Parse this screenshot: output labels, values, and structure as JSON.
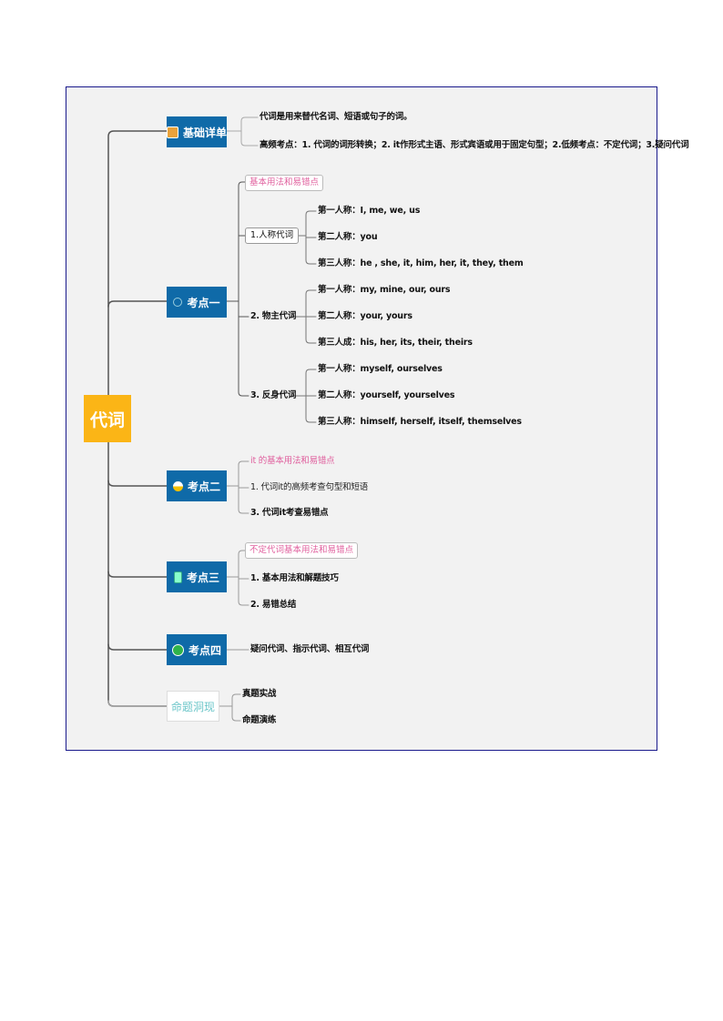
{
  "root": {
    "label": "代词",
    "color": "#fbb516"
  },
  "branches": [
    {
      "label": "基础详单",
      "icon": "book-icon",
      "children": [
        "代词是用来替代名词、短语或句子的词。",
        "高频考点：1. 代词的词形转换；2. it作形式主语、形式宾语或用于固定句型；2.低频考点：不定代词；3.疑问代词"
      ]
    },
    {
      "label": "考点一",
      "icon": "target-icon",
      "note": "基本用法和易错点",
      "groups": [
        {
          "label": "1.人称代词",
          "items": [
            "第一人称：I, me, we, us",
            "第二人称：you",
            "第三人称：he , she, it, him, her, it, they, them"
          ]
        },
        {
          "label": "2. 物主代词",
          "items": [
            "第一人称：my, mine, our, ours",
            "第二人称：your, yours",
            "第三人成：his, her, its, their, theirs"
          ]
        },
        {
          "label": "3. 反身代词",
          "items": [
            "第一人称：myself, ourselves",
            "第二人称：yourself, yourselves",
            "第三人称：himself, herself, itself, themselves"
          ]
        }
      ]
    },
    {
      "label": "考点二",
      "icon": "pie-icon",
      "note": "it 的基本用法和易错点",
      "children": [
        "1.  代词it的高频考查句型和短语",
        "3. 代词it考查易错点"
      ]
    },
    {
      "label": "考点三",
      "icon": "phone-icon",
      "note": "不定代词基本用法和易错点",
      "children": [
        "1. 基本用法和解题技巧",
        "2. 易错总结"
      ]
    },
    {
      "label": "考点四",
      "icon": "flag-icon",
      "children": [
        "疑问代词、指示代词、相互代词"
      ]
    },
    {
      "label": "命题洞现",
      "children": [
        "真题实战",
        "命题演练"
      ]
    }
  ],
  "colors": {
    "branch": "#0f6aa8",
    "note": "#e0609e",
    "frame": "#1a1a8c",
    "canvas": "#f2f2f2"
  }
}
